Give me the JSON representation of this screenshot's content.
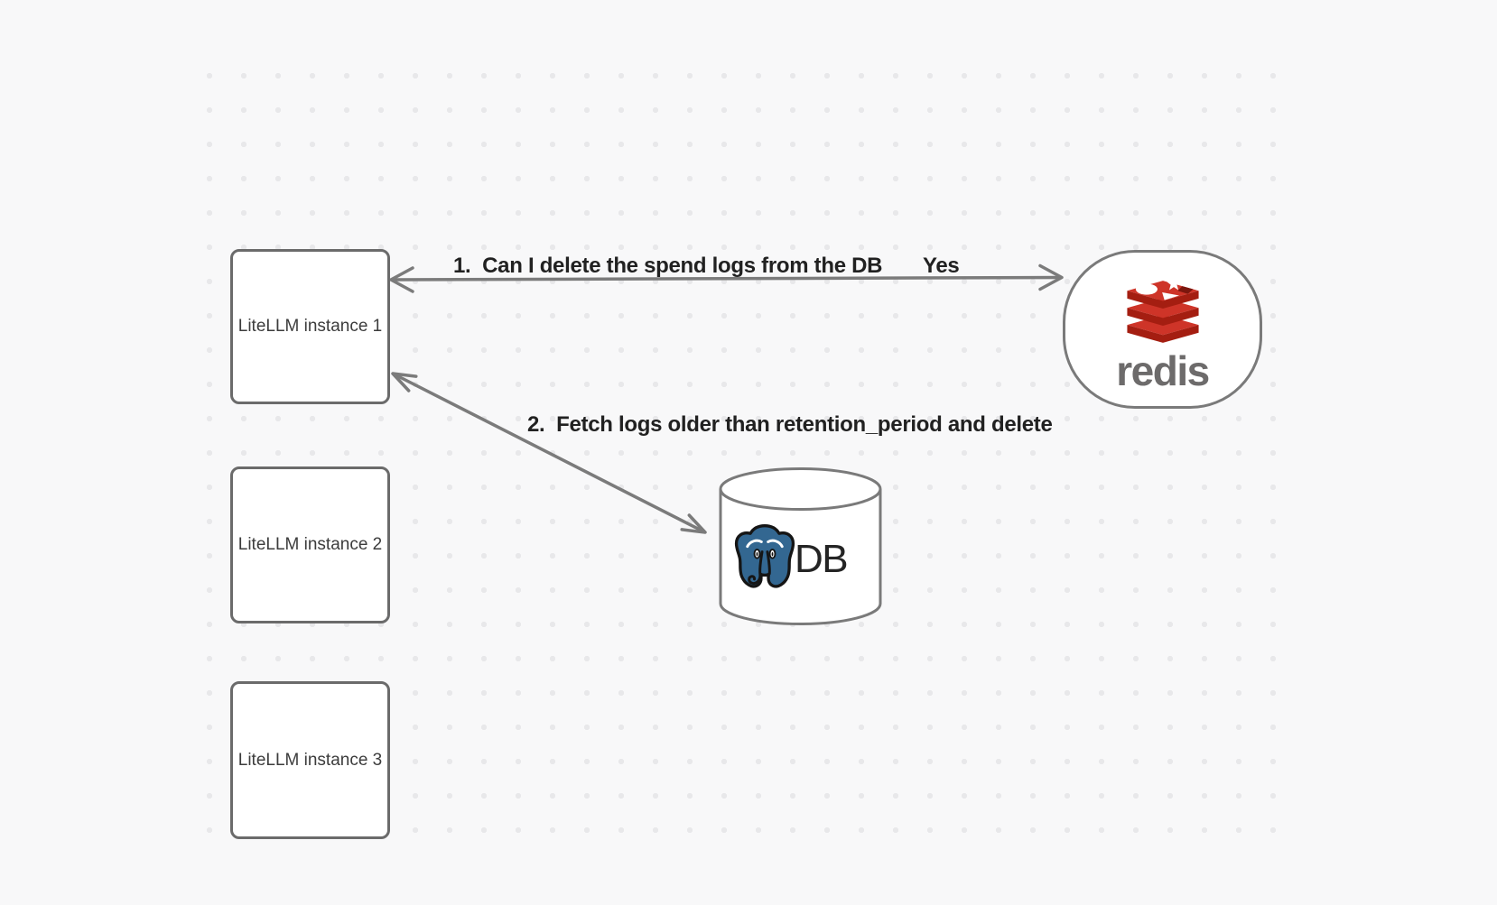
{
  "canvas": {
    "background": "#f8f8f9",
    "dot_color": "#e8e8ea"
  },
  "nodes": {
    "instance1": {
      "label": "LiteLLM instance 1"
    },
    "instance2": {
      "label": "LiteLLM instance 2"
    },
    "instance3": {
      "label": "LiteLLM instance 3"
    },
    "redis": {
      "wordmark": "redis"
    },
    "db": {
      "label": "DB"
    }
  },
  "edges": {
    "edge1": {
      "label": "1.  Can I delete the spend logs from the DB",
      "response": "Yes",
      "style": "double-headed-arrow"
    },
    "edge2": {
      "label": "2.  Fetch logs older than retention_period and delete",
      "style": "double-headed-arrow"
    }
  },
  "colors": {
    "arrow": "#7b7b7b",
    "node_border": "#6b6b6b",
    "redis_red": "#ce3428",
    "redis_dark_red": "#a41e11",
    "redis_notch": "#7c170e",
    "redis_wordmark_gray": "#6d6b6b",
    "postgres_blue": "#336791",
    "label_text": "#212121"
  }
}
